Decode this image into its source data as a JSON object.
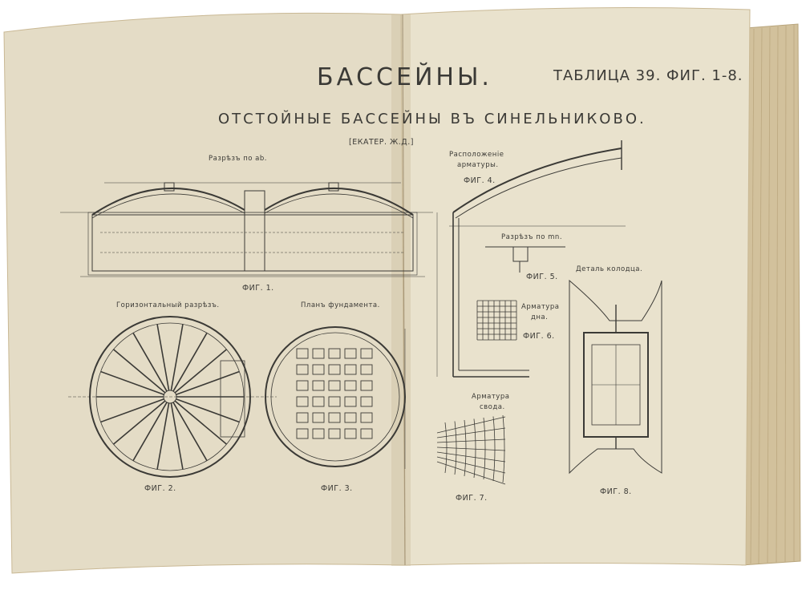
{
  "colors": {
    "paper_left": "#e4dcc6",
    "paper_right": "#e9e2cd",
    "ink": "#3b3a36",
    "edge": "#c9b894",
    "background": "#ffffff"
  },
  "page": {
    "title": "БАССЕЙНЫ.",
    "table_ref": "ТАБЛИЦА 39. ФИГ. 1-8.",
    "subtitle": "ОТСТОЙНЫЕ БАССЕЙНЫ ВЪ СИНЕЛЬНИКОВО.",
    "location": "[ЕКАТЕР. Ж.Д.]"
  },
  "figures": {
    "fig1": {
      "heading": "Разрѣзъ по аb.",
      "caption": "ФИГ. 1."
    },
    "fig2": {
      "heading": "Горизонтальный разрѣзъ.",
      "caption": "ФИГ. 2."
    },
    "fig3": {
      "heading": "Планъ фундамента.",
      "caption": "ФИГ. 3."
    },
    "fig4": {
      "heading_line1": "Расположеніе",
      "heading_line2": "арматуры.",
      "caption": "ФИГ. 4."
    },
    "fig5": {
      "heading": "Разрѣзъ по mn.",
      "caption": "ФИГ. 5."
    },
    "fig6": {
      "heading_line1": "Арматура",
      "heading_line2": "дна.",
      "caption": "ФИГ. 6."
    },
    "fig7": {
      "heading_line1": "Арматура",
      "heading_line2": "свода.",
      "caption": "ФИГ. 7."
    },
    "fig8": {
      "heading": "Деталь колодца.",
      "caption": "ФИГ. 8."
    }
  },
  "icons": {
    "book": "open-book-spread"
  }
}
